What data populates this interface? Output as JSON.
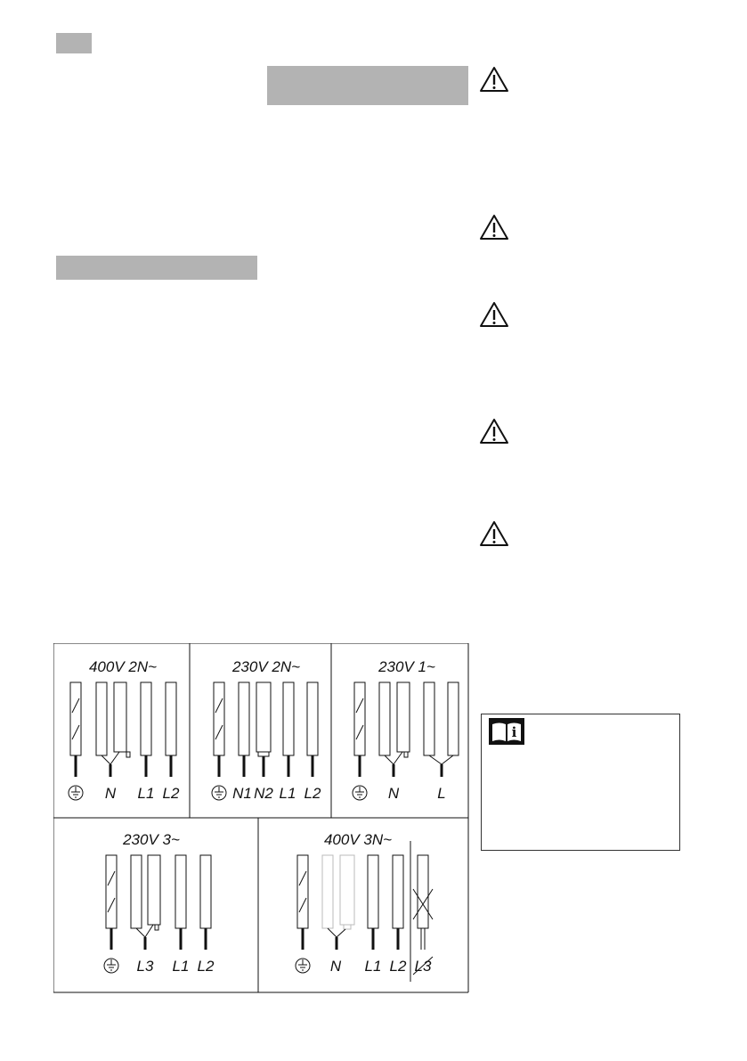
{
  "panels": [
    {
      "title": "400V 2N~",
      "terminals": [
        "N",
        "L1",
        "L2"
      ]
    },
    {
      "title": "230V 2N~",
      "terminals": [
        "N1",
        "N2",
        "L1",
        "L2"
      ]
    },
    {
      "title": "230V 1~",
      "terminals": [
        "N",
        "L"
      ]
    },
    {
      "title": "230V 3~",
      "terminals": [
        "L3",
        "L1",
        "L2"
      ]
    },
    {
      "title": "400V 3N~",
      "terminals": [
        "N",
        "L1",
        "L2",
        "L3"
      ]
    }
  ],
  "icons": {
    "warning": "warning-triangle-icon",
    "manual": "manual-info-icon",
    "ground": "ground-symbol-icon"
  },
  "info_icon_glyph": "i"
}
